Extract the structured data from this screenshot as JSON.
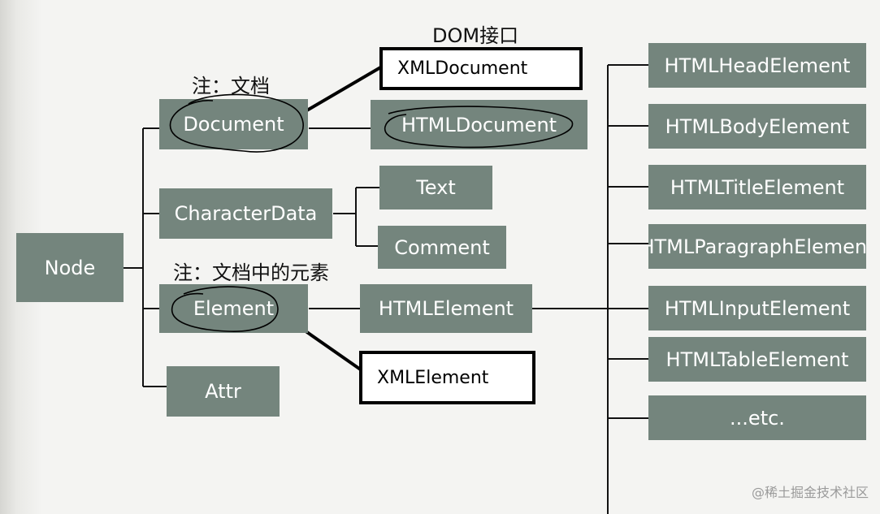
{
  "title": "DOM接口",
  "notes": {
    "document_note": "注：文档",
    "element_note": "注：文档中的元素"
  },
  "nodes": {
    "node": "Node",
    "document": "Document",
    "character_data": "CharacterData",
    "element": "Element",
    "attr": "Attr",
    "xml_document": "XMLDocument",
    "html_document": "HTMLDocument",
    "text": "Text",
    "comment": "Comment",
    "html_element": "HTMLElement",
    "xml_element": "XMLElement"
  },
  "html_subtypes": [
    "HTMLHeadElement",
    "HTMLBodyElement",
    "HTMLTitleElement",
    "HTMLParagraphElement",
    "HTMLInputElement",
    "HTMLTableElement",
    "...etc."
  ],
  "watermark": "@稀土掘金技术社区",
  "colors": {
    "box_fill": "#74857d",
    "box_text": "#ffffff",
    "line": "#111111"
  }
}
